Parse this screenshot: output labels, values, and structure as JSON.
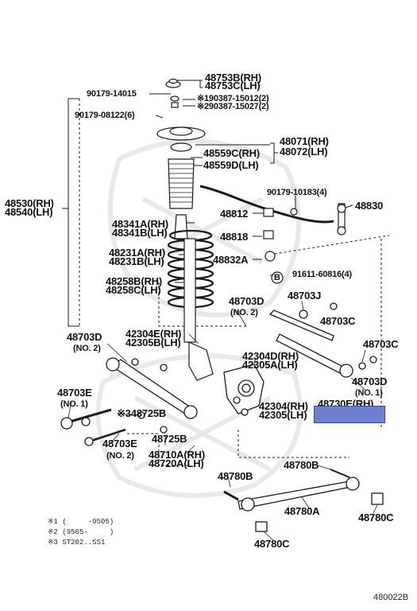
{
  "labels": {
    "l48753b": "48753B(RH)",
    "l48753c": "48753C(LH)",
    "l90179_14015": "90179-14015",
    "l90387_15012": "※190387-15012(2)",
    "l90387_15027": "※290387-15027(2)",
    "l90179_08122": "90179-08122(6)",
    "l48071": "48071(RH)",
    "l48072": "48072(LH)",
    "l48559c": "48559C(RH)",
    "l48559d": "48559D(LH)",
    "l48530": "48530(RH)",
    "l48540": "48540(LH)",
    "l90179_10183": "90179-10183(4)",
    "l48830": "48830",
    "l48812": "48812",
    "l48341a": "48341A(RH)",
    "l48341b": "48341B(LH)",
    "l48818": "48818",
    "l48231a": "48231A(RH)",
    "l48231b": "48231B(LH)",
    "l48832a": "48832A",
    "lB": "B",
    "l91611": "91611-60816(4)",
    "l48258b": "48258B(RH)",
    "l48258c": "48258C(LH)",
    "l48703j": "48703J",
    "l48703d_top": "48703D",
    "l48703d_top_n": "(NO. 2)",
    "l48703c_mid": "48703C",
    "l48703d_left": "48703D",
    "l48703d_left_n": "(NO. 2)",
    "l42304e": "42304E(RH)",
    "l42305b": "42305B(LH)",
    "l42304d": "42304D(RH)",
    "l42305a": "42305A(LH)",
    "l48703c_right": "48703C",
    "l48703d_right": "48703D",
    "l48703d_right_n": "(NO. 1)",
    "l48703e_left": "48703E",
    "l48703e_left_n": "(NO. 1)",
    "l48725b_1": "※348725B",
    "l42304": "42304(RH)",
    "l42305": "42305(LH)",
    "l48730e": "48730E(RH)",
    "l48725b_2": "48725B",
    "l48703e_bot": "48703E",
    "l48703e_bot_n": "(NO. 2)",
    "l48710a": "48710A(RH)",
    "l48720a": "48720A(LH)",
    "l48780b_top": "48780B",
    "l48780b_left": "48780B",
    "l48780a": "48780A",
    "l48780c_right": "48780C",
    "l48780c_bot": "48780C"
  },
  "notes": {
    "n1": "※1 (     -9505)",
    "n2": "※2 (9505-     )",
    "n3": "※3 ST202..SS1"
  },
  "diagram_code": "480022B",
  "colors": {
    "ink": "#1a1a1a",
    "highlight": "#6f7fd0",
    "watermark": "#e6e6e6"
  }
}
